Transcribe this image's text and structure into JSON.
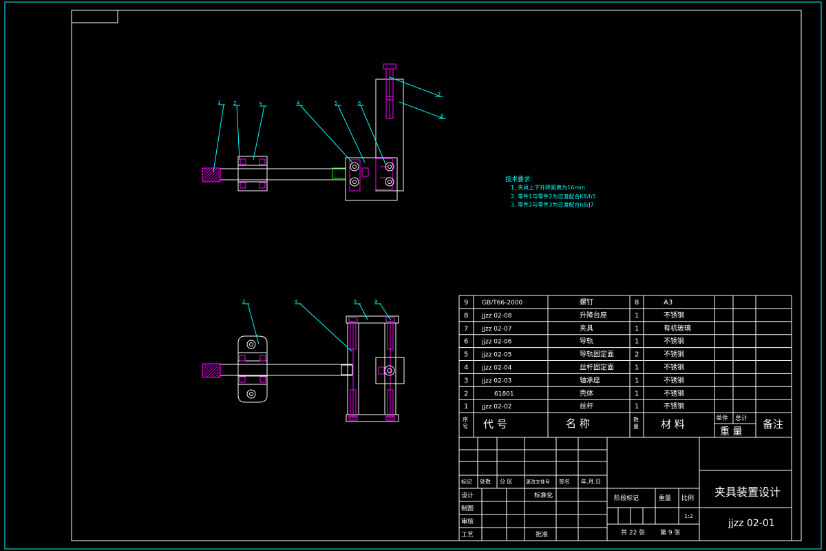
{
  "tech_requirements": {
    "title": "技术要求:",
    "items": [
      "1, 夹具上下升降距离为16mm",
      "2, 零件1与零件2为过渡配合K8/h5",
      "3, 零件2与零件3为过渡配合h8/J7"
    ]
  },
  "callouts_top": [
    "1",
    "2",
    "3",
    "4",
    "5",
    "6",
    "7",
    "8"
  ],
  "callouts_bottom": [
    "2",
    "4",
    "5",
    "9"
  ],
  "bom": {
    "rows": [
      {
        "no": "9",
        "code": "GB/T66-2000",
        "name": "螺钉",
        "qty": "8",
        "material": "A3"
      },
      {
        "no": "8",
        "code": "jjzz 02-08",
        "name": "升降台座",
        "qty": "1",
        "material": "不锈钢"
      },
      {
        "no": "7",
        "code": "jjzz 02-07",
        "name": "夹具",
        "qty": "1",
        "material": "有机玻璃"
      },
      {
        "no": "6",
        "code": "jjzz 02-06",
        "name": "导轨",
        "qty": "1",
        "material": "不锈钢"
      },
      {
        "no": "5",
        "code": "jjzz 02-05",
        "name": "导轨固定面",
        "qty": "2",
        "material": "不锈钢"
      },
      {
        "no": "4",
        "code": "jjzz 02-04",
        "name": "丝杆固定面",
        "qty": "1",
        "material": "不锈钢"
      },
      {
        "no": "3",
        "code": "jjzz 02-03",
        "name": "轴承座",
        "qty": "1",
        "material": "不锈钢"
      },
      {
        "no": "2",
        "code": "61801",
        "name": "壳体",
        "qty": "1",
        "material": "不锈钢"
      },
      {
        "no": "1",
        "code": "jjzz 02-02",
        "name": "丝杆",
        "qty": "1",
        "material": "不锈钢"
      }
    ],
    "header": {
      "no": "序号",
      "code": "代 号",
      "name": "名 称",
      "qty": "数量",
      "material": "材 料",
      "unit": "单件",
      "total": "总计",
      "weight": "重 量",
      "remark": "备注"
    }
  },
  "title_block": {
    "row_labels": [
      "标记",
      "处数",
      "分 区",
      "更改文件号",
      "签名",
      "年.月.日"
    ],
    "design": "设计",
    "standardize": "标准化",
    "drawing": "制图",
    "review": "审核",
    "process": "工艺",
    "approve": "批准",
    "stage_mark": "阶段标记",
    "weight": "重量",
    "scale": "比例",
    "scale_value": "1:2",
    "sheets": "共 22 张",
    "sheet": "第 9 张",
    "title": "夹具装置设计",
    "drawing_no": "jjzz 02-01"
  }
}
